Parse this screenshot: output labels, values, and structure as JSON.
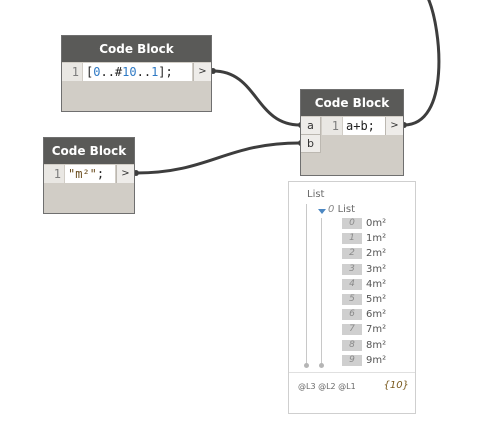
{
  "nodes": {
    "range": {
      "title": "Code Block",
      "line_number": "1",
      "code_parts": [
        "[",
        "0",
        "..#",
        "10",
        "..",
        "1",
        "];"
      ],
      "output_port": ">"
    },
    "unit": {
      "title": "Code Block",
      "line_number": "1",
      "code_string": "\"m²\"",
      "code_suffix": ";",
      "output_port": ">"
    },
    "sum": {
      "title": "Code Block",
      "line_number": "1",
      "code": "a+b;",
      "input_a": "a",
      "input_b": "b",
      "output_port": ">"
    }
  },
  "preview": {
    "title": "List",
    "sublist_index": "0",
    "sublist_label": "List",
    "items": [
      {
        "index": "0",
        "value": "0m²"
      },
      {
        "index": "1",
        "value": "1m²"
      },
      {
        "index": "2",
        "value": "2m²"
      },
      {
        "index": "3",
        "value": "3m²"
      },
      {
        "index": "4",
        "value": "4m²"
      },
      {
        "index": "5",
        "value": "5m²"
      },
      {
        "index": "6",
        "value": "6m²"
      },
      {
        "index": "7",
        "value": "7m²"
      },
      {
        "index": "8",
        "value": "8m²"
      },
      {
        "index": "9",
        "value": "9m²"
      }
    ],
    "levels": "@L3 @L2 @L1",
    "count": "{10}"
  },
  "colors": {
    "header": "#5a5a58",
    "node_body": "#d1cdc6",
    "wire": "#3d3d3d",
    "number": "#2e79c4"
  }
}
